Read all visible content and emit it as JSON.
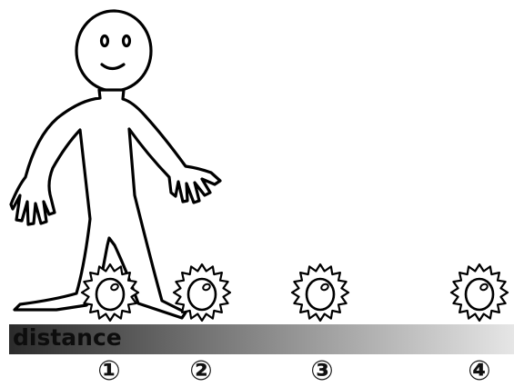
{
  "bar": {
    "label": "distance",
    "gradient_start": "#2b2b2b",
    "gradient_end": "#e6e6e6"
  },
  "markers": [
    "①",
    "②",
    "③",
    "④"
  ],
  "figure": {
    "icon": "person-icon",
    "face": "smiley"
  },
  "objects": {
    "icon": "spiky-ball-icon",
    "count": 4
  }
}
